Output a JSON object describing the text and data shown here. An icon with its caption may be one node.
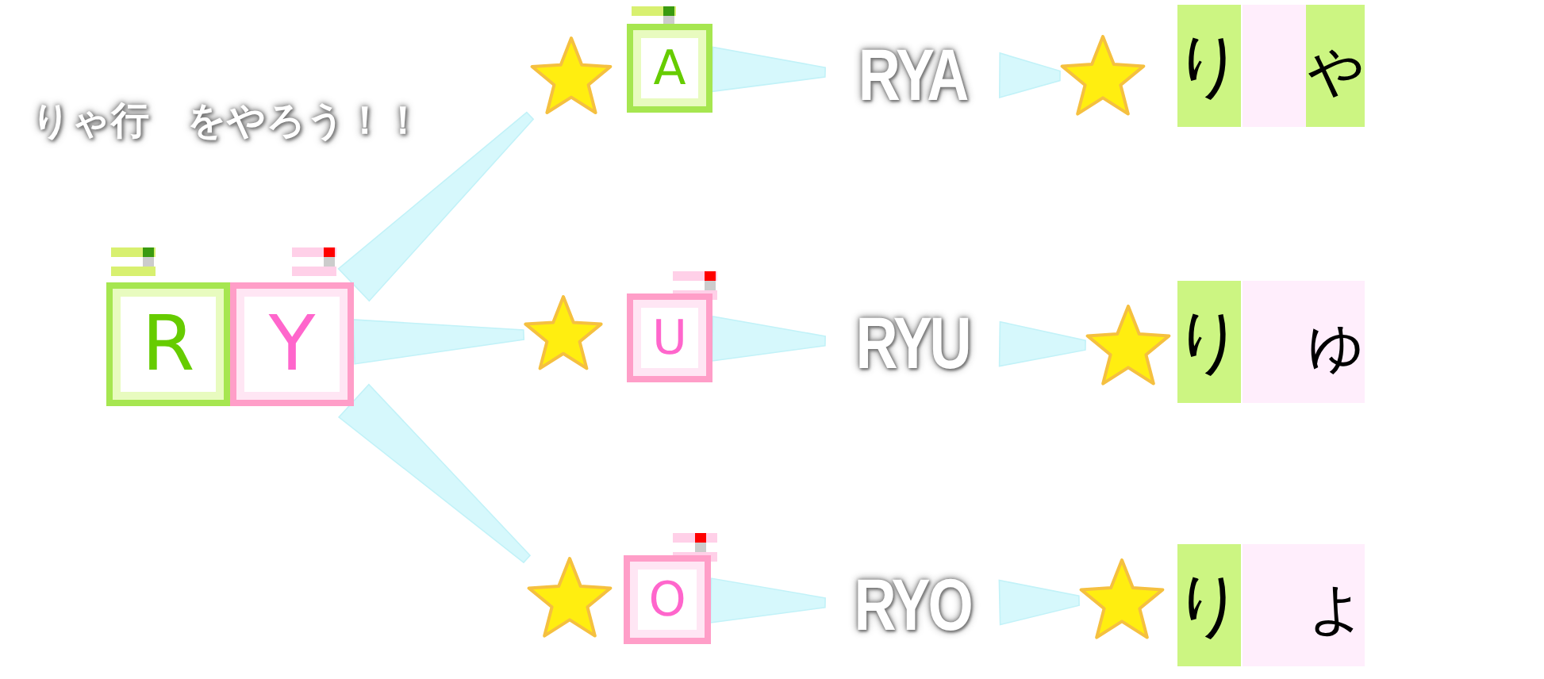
{
  "diagram": {
    "title": "りゃ行　をやろう！！",
    "nodes": [
      {
        "text": [
          "R"
        ]
      },
      {
        "text": [
          "Y"
        ]
      },
      {
        "text": [],
        "shape": "star"
      },
      {
        "text": [
          "A"
        ]
      },
      {
        "text": [
          "RYA"
        ]
      },
      {
        "text": [],
        "shape": "star"
      },
      {
        "text": [],
        "shape": "box"
      },
      {
        "text": [
          "り"
        ],
        "in": 6
      },
      {
        "text": [
          "ゃ"
        ],
        "in": 6
      },
      {
        "text": [],
        "shape": "star"
      },
      {
        "text": [
          "U"
        ]
      },
      {
        "text": [
          "RYU"
        ]
      },
      {
        "text": [],
        "shape": "star"
      },
      {
        "text": [],
        "shape": "box"
      },
      {
        "text": [
          "り"
        ],
        "in": 13
      },
      {
        "text": [
          "ゅ"
        ],
        "in": 13
      },
      {
        "text": [],
        "shape": "star"
      },
      {
        "text": [
          "O"
        ]
      },
      {
        "text": [
          "RYO"
        ]
      },
      {
        "text": [],
        "shape": "star"
      },
      {
        "text": [],
        "shape": "box"
      },
      {
        "text": [
          "り"
        ],
        "in": 20
      },
      {
        "text": [
          "ょ"
        ],
        "in": 20
      }
    ],
    "edges": [
      {
        "from": 1,
        "to": 2,
        "arrow": "none"
      },
      {
        "from": 1,
        "to": 9,
        "arrow": "none"
      },
      {
        "from": 1,
        "to": 16,
        "arrow": "none"
      },
      {
        "from": 3,
        "to": 4,
        "arrow": "none"
      },
      {
        "from": 4,
        "to": 5,
        "arrow": "none"
      },
      {
        "from": 10,
        "to": 11,
        "arrow": "none"
      },
      {
        "from": 11,
        "to": 12,
        "arrow": "none"
      },
      {
        "from": 17,
        "to": 18,
        "arrow": "none"
      },
      {
        "from": 18,
        "to": 19,
        "arrow": "none"
      }
    ]
  }
}
